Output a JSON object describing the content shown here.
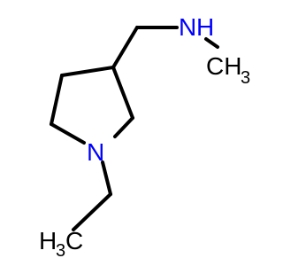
{
  "molecule": {
    "atoms": {
      "nh": {
        "main": "N",
        "suffix": "H"
      },
      "methyl_right": {
        "main": "CH",
        "subscript": "3"
      },
      "ring_n": {
        "main": "N"
      },
      "methyl_left": {
        "main": "H",
        "subscript": "3",
        "suffix": "C"
      }
    },
    "colors": {
      "nitrogen": "#0000ff",
      "carbon": "#000000",
      "background": "#ffffff"
    }
  }
}
